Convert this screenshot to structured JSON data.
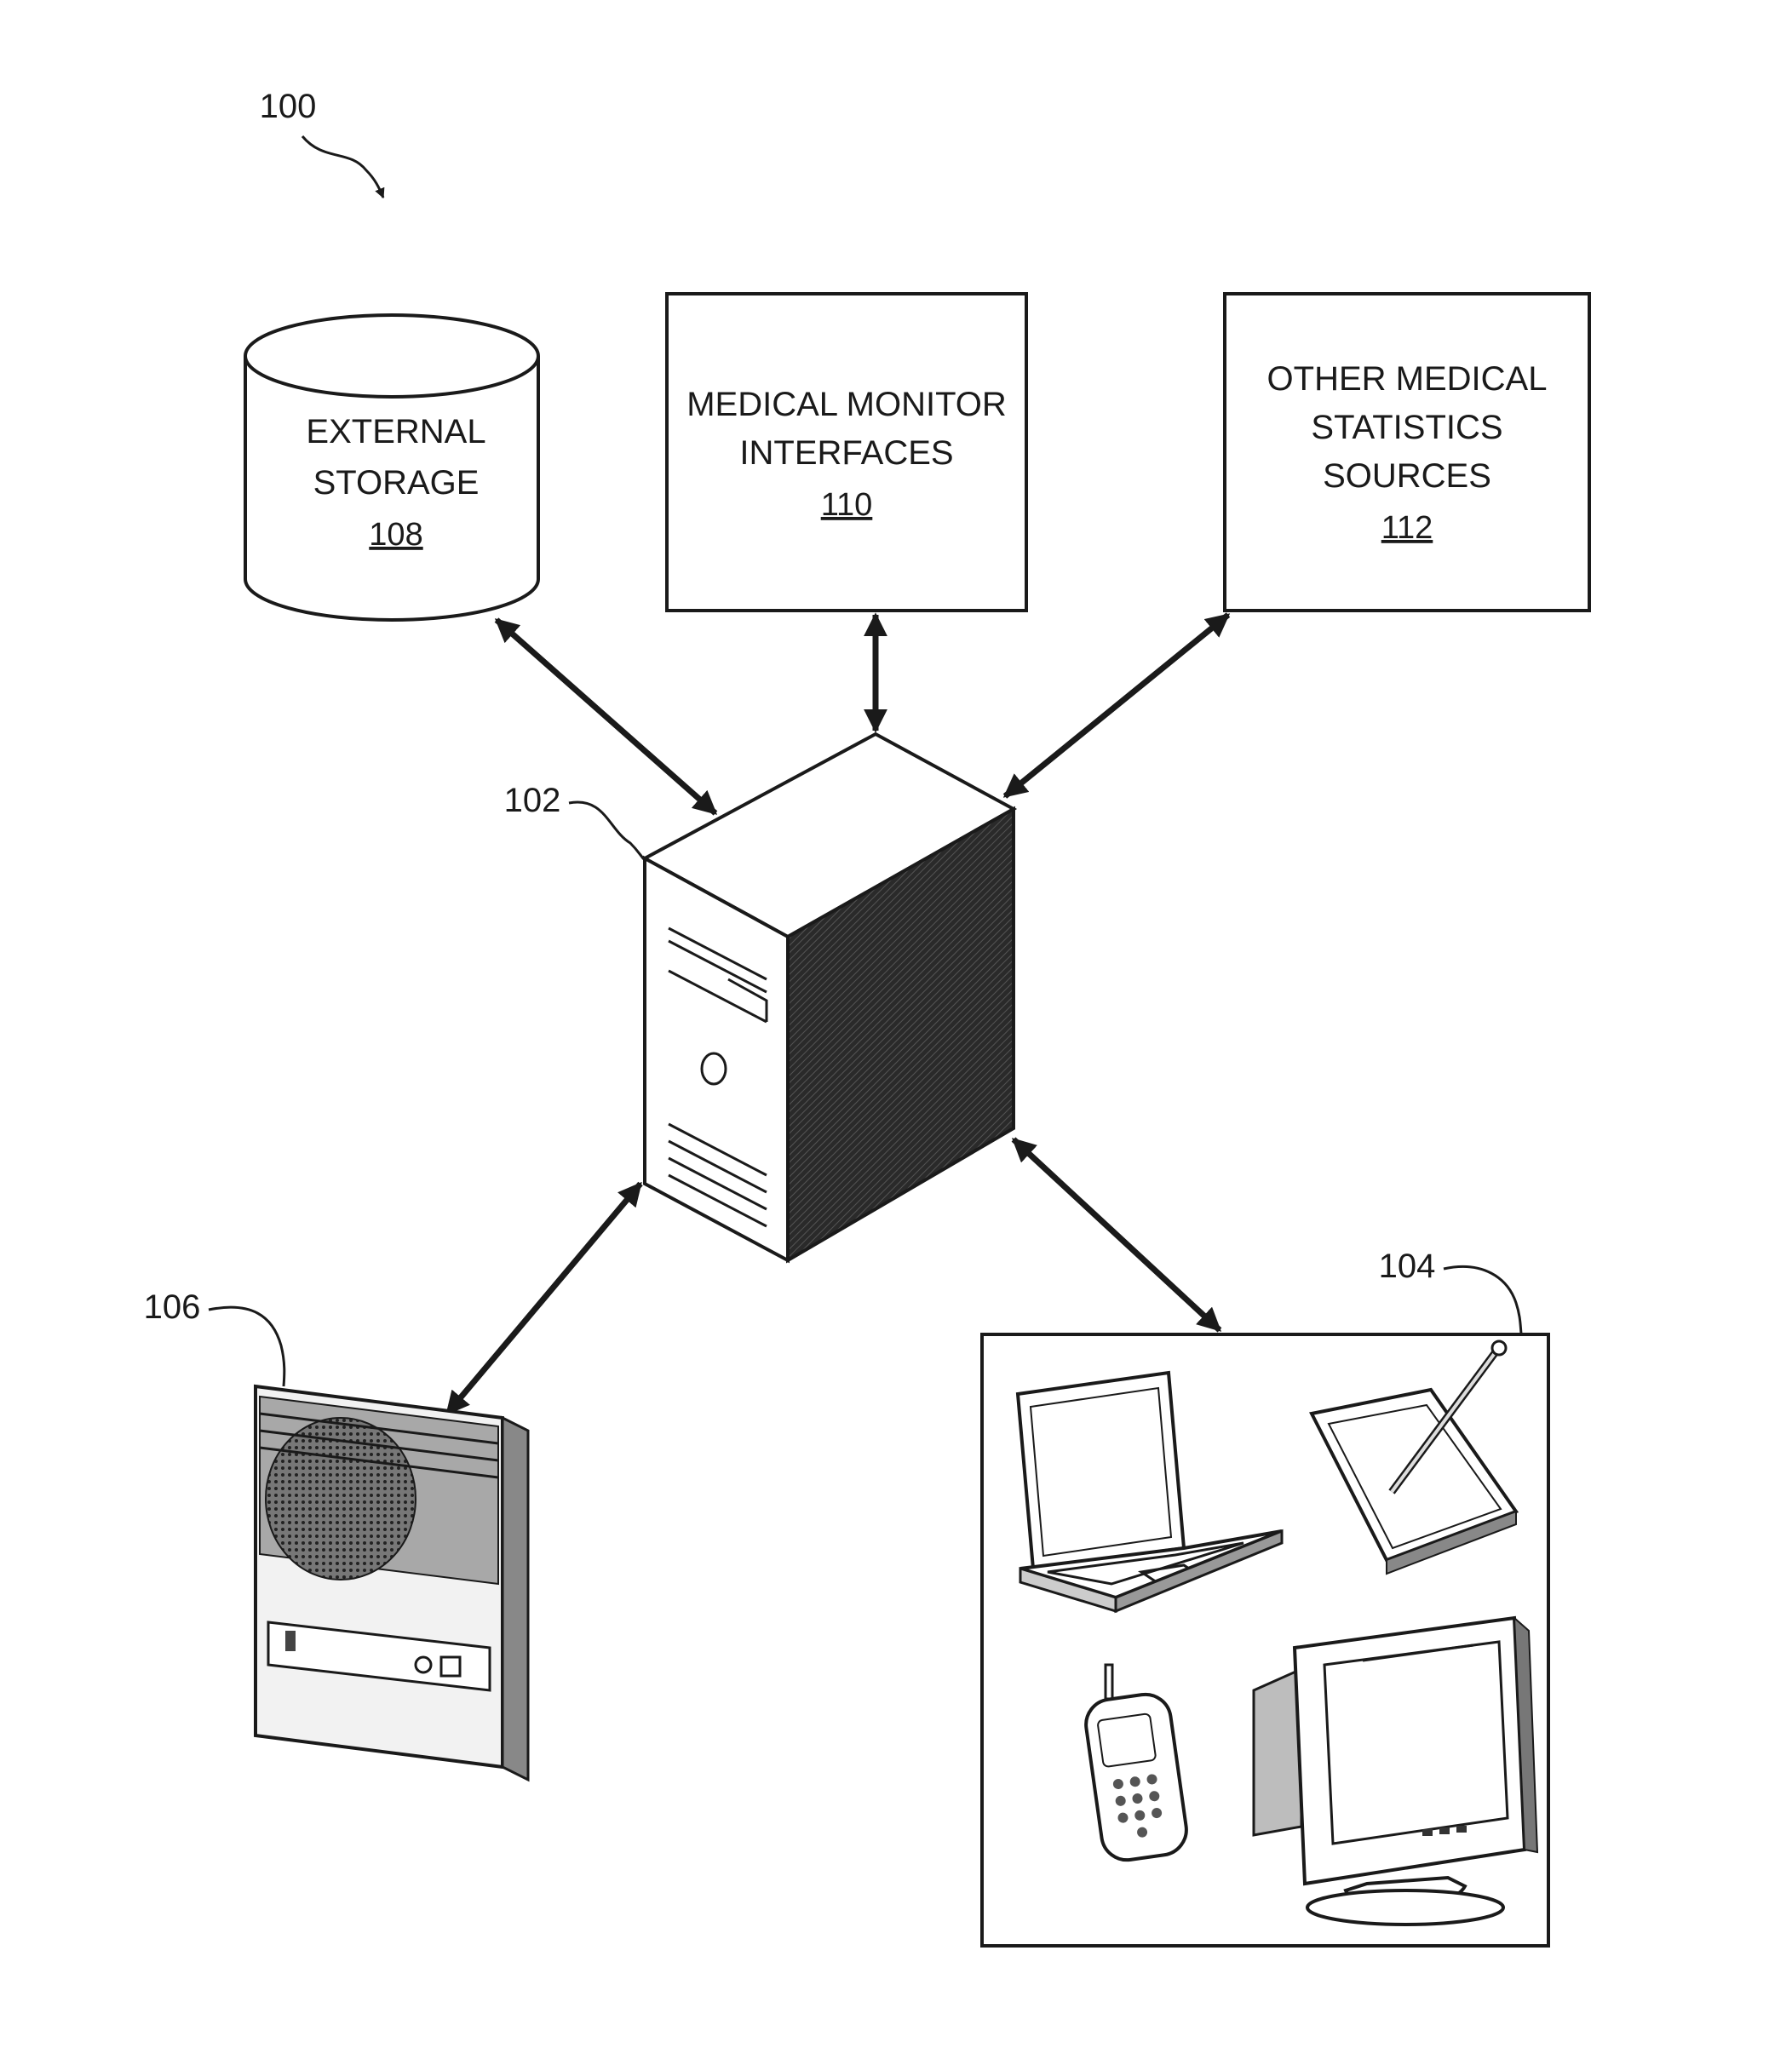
{
  "figure_number": "100",
  "nodes": {
    "external_storage": {
      "line1": "EXTERNAL",
      "line2": "STORAGE",
      "ref": "108"
    },
    "medical_monitor_interfaces": {
      "line1": "MEDICAL MONITOR",
      "line2": "INTERFACES",
      "ref": "110"
    },
    "other_sources": {
      "line1": "OTHER MEDICAL",
      "line2": "STATISTICS",
      "line3": "SOURCES",
      "ref": "112"
    }
  },
  "callouts": {
    "server": "102",
    "client_devices": "104",
    "speaker_device": "106"
  },
  "icons": {
    "server": "server-tower-icon",
    "speaker_device": "speaker-device-icon",
    "laptop": "laptop-icon",
    "tablet": "tablet-stylus-icon",
    "phone": "mobile-phone-icon",
    "monitor": "crt-monitor-icon"
  }
}
